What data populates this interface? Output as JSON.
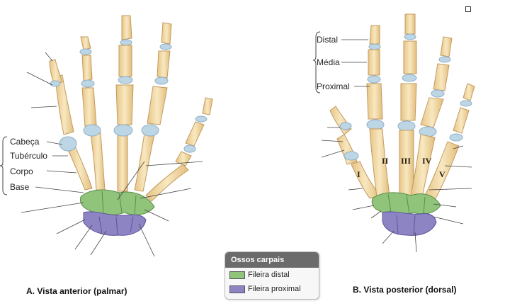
{
  "labels_left": {
    "cabeca": "Cabeça",
    "tuberculo": "Tubérculo",
    "corpo": "Corpo",
    "base": "Base"
  },
  "labels_right": {
    "distal": "Distal",
    "media": "Média",
    "proximal": "Proximal"
  },
  "roman_numerals": [
    "I",
    "II",
    "III",
    "IV",
    "V"
  ],
  "captions": {
    "anterior": "A. Vista anterior (palmar)",
    "posterior": "B. Vista posterior (dorsal)"
  },
  "legend": {
    "title": "Ossos carpais",
    "items": [
      {
        "label": "Fileira distal",
        "color": "#8fc47a"
      },
      {
        "label": "Fileira proximal",
        "color": "#8d84c4"
      }
    ]
  },
  "colors": {
    "bone": "#f1d9a4",
    "bone_edge": "#c9a36a",
    "cartilage": "#bcd6e6",
    "distal_row": "#8fc47a",
    "proximal_row": "#8d84c4"
  }
}
